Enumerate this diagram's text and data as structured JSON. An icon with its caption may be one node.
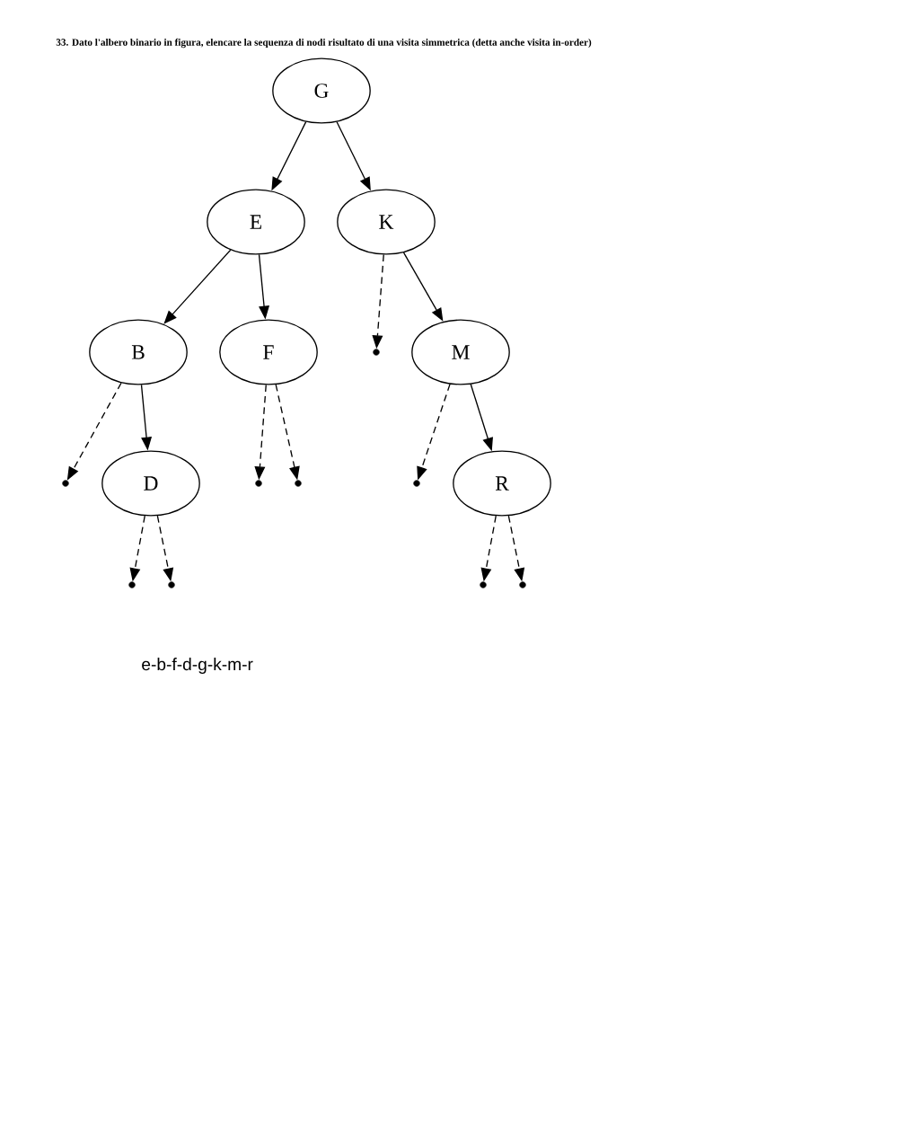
{
  "diagram": {
    "title": "33.  Dato l'albero binario in figura, elencare la sequenza di nodi risultato di una visita simmetrica (detta anche visita in-order)",
    "nodes": [
      {
        "text": [
          "G"
        ]
      },
      {
        "text": [
          "E"
        ]
      },
      {
        "text": [
          "K"
        ]
      },
      {
        "text": [
          "B"
        ]
      },
      {
        "text": [
          "F"
        ]
      },
      {
        "text": [],
        "shape": "circle"
      },
      {
        "text": [
          "M"
        ]
      },
      {
        "text": [],
        "shape": "circle"
      },
      {
        "text": [
          "D"
        ]
      },
      {
        "text": [],
        "shape": "circle"
      },
      {
        "text": [],
        "shape": "circle"
      },
      {
        "text": [],
        "shape": "circle"
      },
      {
        "text": [
          "R"
        ]
      },
      {
        "text": [],
        "shape": "circle"
      },
      {
        "text": [],
        "shape": "circle"
      },
      {
        "text": [],
        "shape": "circle"
      },
      {
        "text": [],
        "shape": "circle"
      }
    ],
    "edges": [
      {
        "from": 0,
        "to": 1,
        "arrow": "to"
      },
      {
        "from": 0,
        "to": 2,
        "arrow": "to"
      },
      {
        "from": 1,
        "to": 3,
        "arrow": "to"
      },
      {
        "from": 1,
        "to": 4,
        "arrow": "to"
      },
      {
        "from": 2,
        "to": 5,
        "arrow": "to",
        "style": "dashed"
      },
      {
        "from": 2,
        "to": 6,
        "arrow": "to"
      },
      {
        "from": 3,
        "to": 7,
        "arrow": "to",
        "style": "dashed"
      },
      {
        "from": 3,
        "to": 8,
        "arrow": "to"
      },
      {
        "from": 4,
        "to": 9,
        "arrow": "to",
        "style": "dashed"
      },
      {
        "from": 4,
        "to": 10,
        "arrow": "to",
        "style": "dashed"
      },
      {
        "from": 6,
        "to": 11,
        "arrow": "to",
        "style": "dashed"
      },
      {
        "from": 6,
        "to": 12,
        "arrow": "to"
      },
      {
        "from": 8,
        "to": 13,
        "arrow": "to",
        "style": "dashed"
      },
      {
        "from": 8,
        "to": 14,
        "arrow": "to",
        "style": "dashed"
      },
      {
        "from": 12,
        "to": 15,
        "arrow": "to",
        "style": "dashed"
      },
      {
        "from": 12,
        "to": 16,
        "arrow": "to",
        "style": "dashed"
      }
    ],
    "labels": [
      "e-b-f-d-g-k-m-r"
    ]
  }
}
